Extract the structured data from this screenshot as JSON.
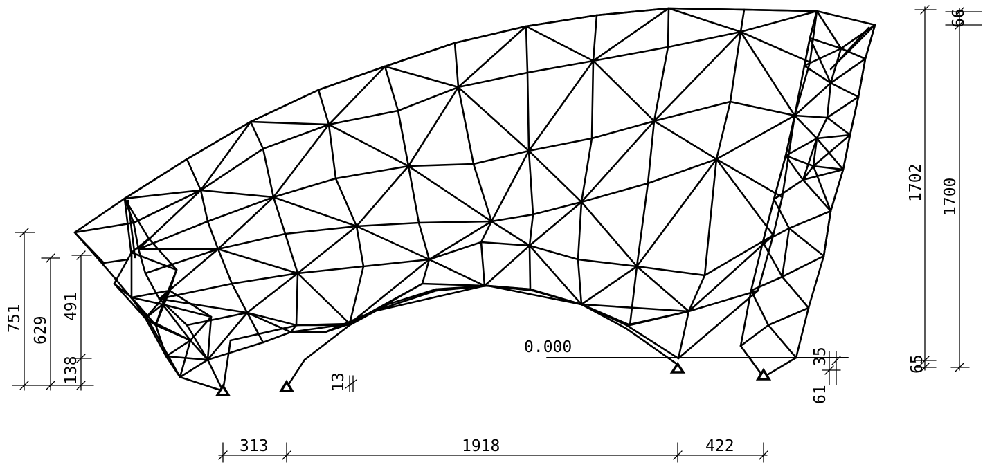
{
  "drawing": {
    "elevation_label": "0.000",
    "dimensions": {
      "horizontal": [
        "313",
        "1918",
        "422"
      ],
      "left_vertical": [
        "751",
        "629",
        "491",
        "138"
      ],
      "right_vertical": [
        "1702",
        "1700",
        "66",
        "65"
      ],
      "local": [
        "13",
        "35",
        "61"
      ]
    },
    "line_color": "#000000",
    "background": "#ffffff"
  }
}
